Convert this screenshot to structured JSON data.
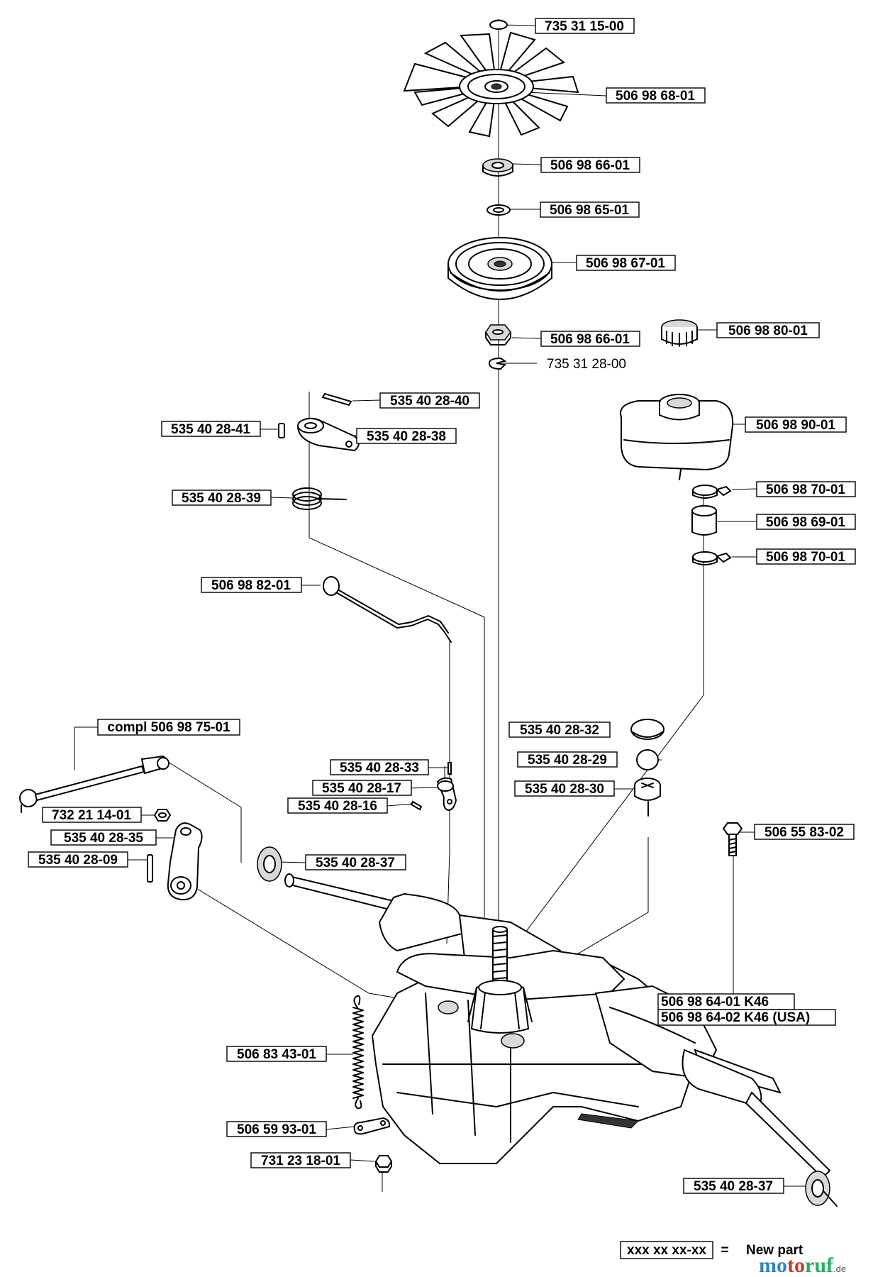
{
  "parts": [
    {
      "id": "p1",
      "number": "735 31 15-00",
      "boxed": true
    },
    {
      "id": "p2",
      "number": "506 98 68-01",
      "boxed": true
    },
    {
      "id": "p3",
      "number": "506 98 66-01",
      "boxed": true
    },
    {
      "id": "p4",
      "number": "506 98 65-01",
      "boxed": true
    },
    {
      "id": "p5",
      "number": "506 98 67-01",
      "boxed": true
    },
    {
      "id": "p6",
      "number": "506 98 66-01",
      "boxed": true
    },
    {
      "id": "p7",
      "number": "735 31 28-00",
      "boxed": false
    },
    {
      "id": "p8",
      "number": "506 98 80-01",
      "boxed": true
    },
    {
      "id": "p9",
      "number": "535 40 28-40",
      "boxed": true
    },
    {
      "id": "p10",
      "number": "535 40 28-41",
      "boxed": true
    },
    {
      "id": "p11",
      "number": "535 40 28-38",
      "boxed": true
    },
    {
      "id": "p12",
      "number": "506 98 90-01",
      "boxed": true
    },
    {
      "id": "p13",
      "number": "535 40 28-39",
      "boxed": true
    },
    {
      "id": "p14",
      "number": "506 98 70-01",
      "boxed": true
    },
    {
      "id": "p15",
      "number": "506 98 69-01",
      "boxed": true
    },
    {
      "id": "p16",
      "number": "506 98 70-01",
      "boxed": true
    },
    {
      "id": "p17",
      "number": "506 98 82-01",
      "boxed": true
    },
    {
      "id": "p18",
      "number": "compl 506 98 75-01",
      "boxed": true
    },
    {
      "id": "p19",
      "number": "535 40 28-32",
      "boxed": true
    },
    {
      "id": "p20",
      "number": "535 40 28-29",
      "boxed": true
    },
    {
      "id": "p21",
      "number": "535 40 28-33",
      "boxed": true
    },
    {
      "id": "p22",
      "number": "535 40 28-17",
      "boxed": true
    },
    {
      "id": "p23",
      "number": "535 40 28-30",
      "boxed": true
    },
    {
      "id": "p24",
      "number": "535 40 28-16",
      "boxed": true
    },
    {
      "id": "p25",
      "number": "732 21 14-01",
      "boxed": true
    },
    {
      "id": "p26",
      "number": "535 40 28-35",
      "boxed": true
    },
    {
      "id": "p27",
      "number": "506 55 83-02",
      "boxed": true
    },
    {
      "id": "p28",
      "number": "535 40 28-09",
      "boxed": true
    },
    {
      "id": "p29",
      "number": "535 40 28-37",
      "boxed": true
    },
    {
      "id": "p30",
      "number": "506 98 64-01 K46",
      "boxed": true
    },
    {
      "id": "p31",
      "number": "506 98 64-02 K46 (USA)",
      "boxed": true
    },
    {
      "id": "p32",
      "number": "506 83 43-01",
      "boxed": true
    },
    {
      "id": "p33",
      "number": "506 59 93-01",
      "boxed": true
    },
    {
      "id": "p34",
      "number": "731 23 18-01",
      "boxed": true
    },
    {
      "id": "p35",
      "number": "535 40 28-37",
      "boxed": true
    }
  ],
  "legend": {
    "code": "xxx xx xx-xx",
    "equals": "=",
    "text": "New part"
  },
  "watermark": {
    "part1": "mo",
    "part2": "to",
    "part3": "ruf",
    "suffix": ".de"
  }
}
